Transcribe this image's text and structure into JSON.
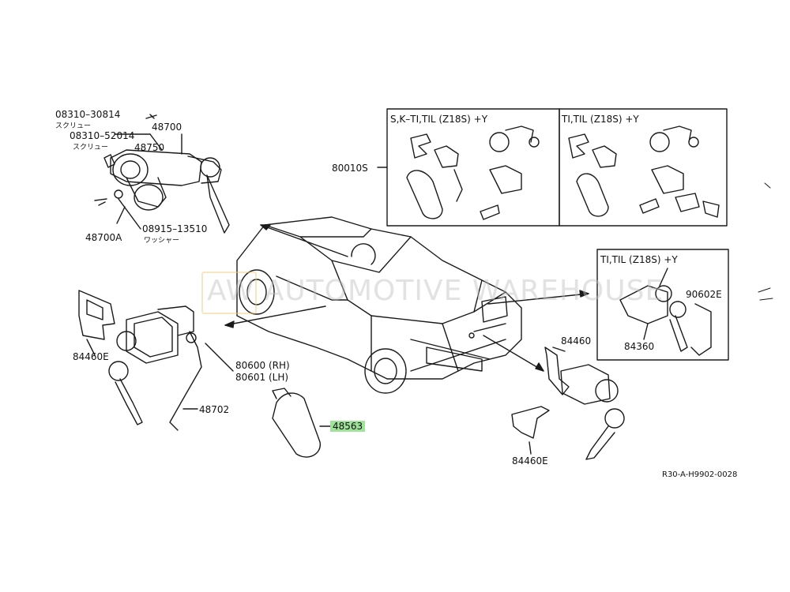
{
  "labels": {
    "p1": "08310–30814",
    "p1_sub": "スクリュー",
    "p2": "08310–52014",
    "p2_sub": "スクリュー",
    "p3": "48700",
    "p4": "48750",
    "p5": "08915–13510",
    "p5_sub": "ワッシャー",
    "p6": "48700A",
    "p7": "84460E",
    "p8": "80600 (RH)",
    "p9": "80601 (LH)",
    "p10": "48702",
    "p11": "48563",
    "p12": "84460",
    "p13": "84460E",
    "p14": "80010S",
    "p15": "84360",
    "p16": "90602E"
  },
  "boxes": {
    "box1_title": "S,K–TI,TIL (Z18S) +Y",
    "box2_title": "TI,TIL (Z18S) +Y",
    "box3_title": "TI,TIL (Z18S) +Y"
  },
  "watermark": "AW  AUTOMOTIVE WAREHOUSE",
  "ref_code": "R30-A-H9902-0028",
  "colors": {
    "line": "#1a1a1a",
    "highlight": "#9fe39a",
    "watermark": "#bebebe"
  }
}
